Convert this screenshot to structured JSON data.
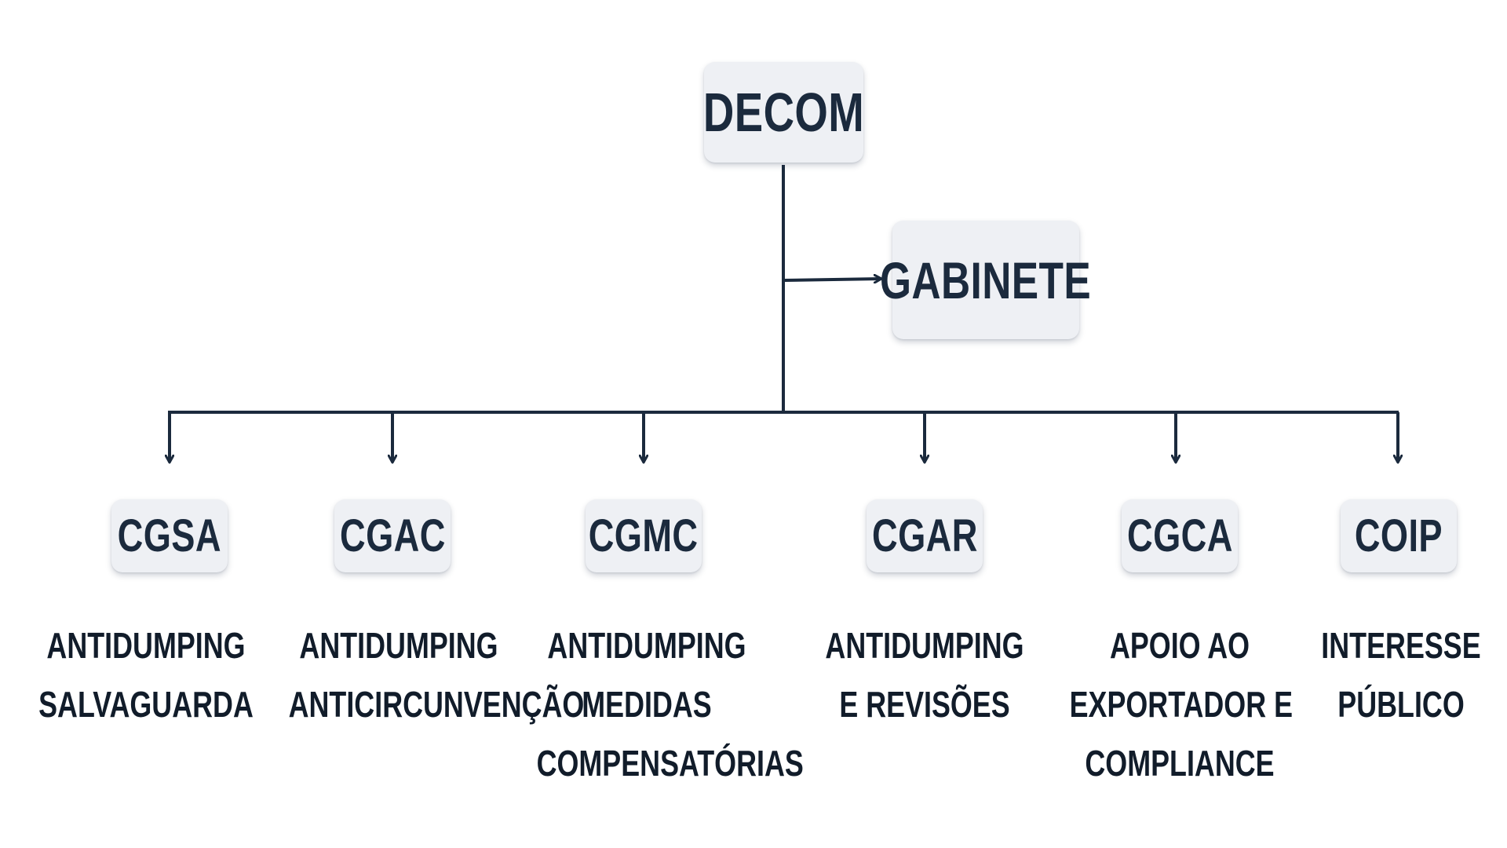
{
  "diagram": {
    "root": {
      "label": "DECOM"
    },
    "side": {
      "label": "GABINETE"
    },
    "children": [
      {
        "label": "CGSA",
        "description": [
          "ANTIDUMPING",
          "SALVAGUARDA"
        ]
      },
      {
        "label": "CGAC",
        "description": [
          "ANTIDUMPING",
          "ANTICIRCUNVENÇÃO"
        ]
      },
      {
        "label": "CGMC",
        "description": [
          "ANTIDUMPING",
          "MEDIDAS",
          "COMPENSATÓRIAS"
        ]
      },
      {
        "label": "CGAR",
        "description": [
          "ANTIDUMPING",
          "E REVISÕES"
        ]
      },
      {
        "label": "CGCA",
        "description": [
          "APOIO AO",
          "EXPORTADOR E",
          "COMPLIANCE"
        ]
      },
      {
        "label": "COIP",
        "description": [
          "INTERESSE",
          "PÚBLICO"
        ]
      }
    ]
  },
  "colors": {
    "node_fill": "#eef0f4",
    "text": "#1b2a3d",
    "connector": "#1b2a3d",
    "background": "#ffffff"
  }
}
